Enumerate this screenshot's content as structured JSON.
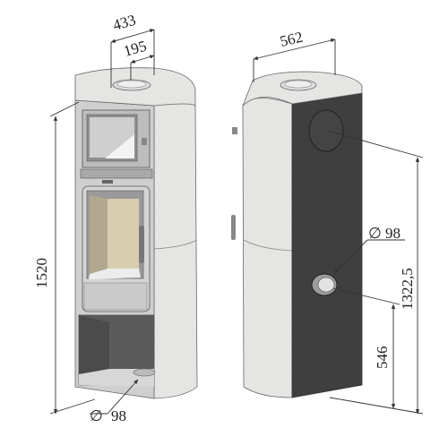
{
  "dimensions": {
    "front_total_depth": "433",
    "front_flue_offset": "195",
    "front_height": "1520",
    "front_outlet_diameter": "98",
    "side_width": "562",
    "side_outlet_diameter": "98",
    "side_rear_outlet_height": "1322,5",
    "side_outlet_height": "546",
    "diameter_symbol": "∅"
  },
  "colors": {
    "stone": "#e4e4e2",
    "stone_dark": "#cfcfcc",
    "steel": "#c9c9c9",
    "back_panel": "#3e3e3e",
    "glass": "#f4f4f4",
    "firebrick": "#d8cbb0",
    "line": "#333333"
  }
}
